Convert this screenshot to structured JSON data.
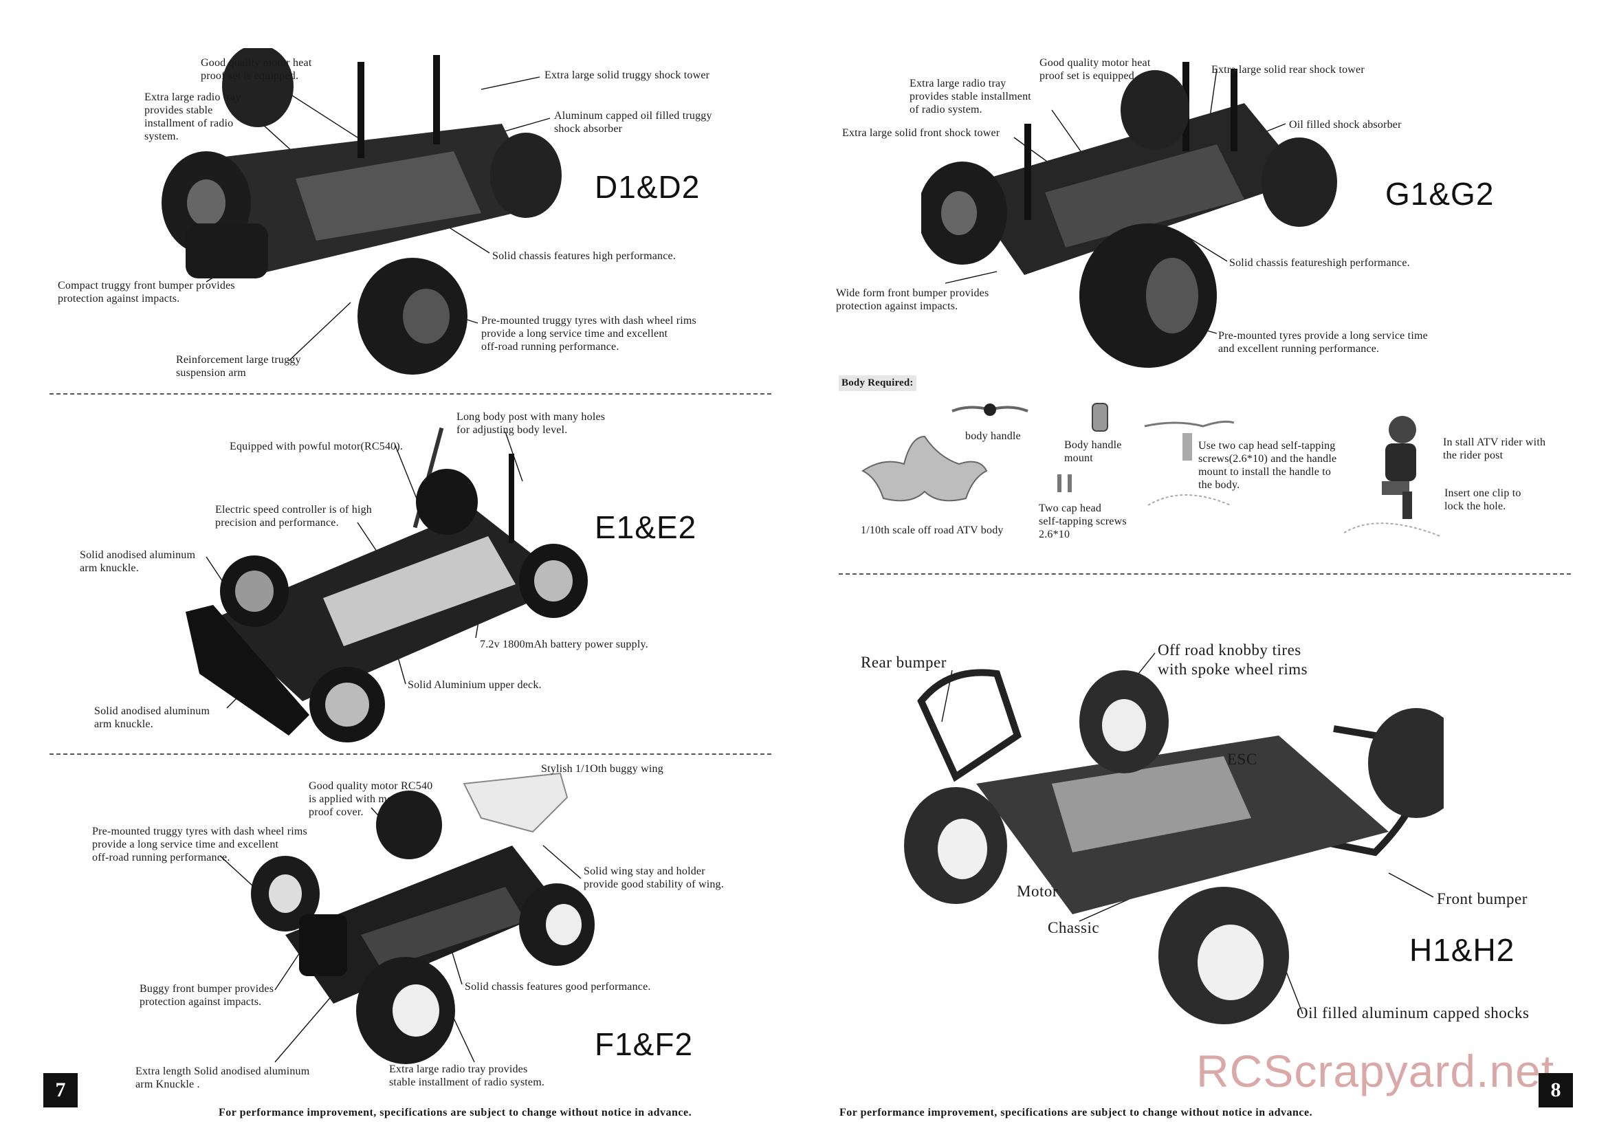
{
  "left_page": {
    "d": {
      "code": "D1&D2",
      "callouts": [
        "Good quality motor heat\nproof set is equipped.",
        "Extra large solid truggy shock tower",
        "Extra large radio tray\n provides stable\ninstallment of radio\nsystem.",
        "Aluminum capped oil filled truggy\nshock absorber",
        "Solid chassis features high performance.",
        "Compact truggy front bumper provides\nprotection against impacts.",
        "Pre-mounted truggy tyres with dash wheel rims\nprovide  a long service time and excellent\noff-road running performance.",
        "Reinforcement large truggy\nsuspension arm"
      ]
    },
    "e": {
      "code": "E1&E2",
      "callouts": [
        "Long body post with many holes\nfor adjusting body level.",
        "Equipped with powful motor(RC540).",
        "Electric speed controller is of  high\nprecision and performance.",
        "Solid anodised aluminum\narm knuckle.",
        "7.2v 1800mAh battery power supply.",
        "Solid Aluminium upper deck.",
        "Solid anodised aluminum\narm knuckle."
      ]
    },
    "f": {
      "code": "F1&F2",
      "callouts": [
        "Stylish 1/1Oth buggy wing",
        "Good quality motor RC540\nis applied with motor heat\nproof cover.",
        "Pre-mounted truggy tyres with dash wheel rims\nprovide  a long service time and excellent\noff-road running performance.",
        "Solid wing stay and holder\nprovide good stability of wing.",
        "Buggy front bumper provides\nprotection against impacts.",
        "Solid chassis features good performance.",
        "Extra length Solid anodised aluminum\narm Knuckle .",
        "Extra large radio tray provides\nstable installment  of radio system."
      ]
    },
    "page_number": "7",
    "footer": "For performance improvement, specifications are subject to change without notice in advance."
  },
  "right_page": {
    "g": {
      "code": "G1&G2",
      "callouts": [
        "Good quality motor heat\nproof set is equipped.",
        "Extra large solid rear shock tower",
        "Extra large radio tray\nprovides stable installment\nof radio system.",
        "Oil filled shock absorber",
        "Extra large solid front shock tower",
        "Solid chassis featureshigh performance.",
        "Wide form front bumper provides\nprotection against impacts.",
        "Pre-mounted tyres provide a long service time\nand excellent running performance."
      ]
    },
    "body_required": {
      "title": "Body Required:",
      "body_handle": "body handle",
      "body_handle_mount": "Body handle\nmount",
      "atv_body": "1/10th scale off road  ATV body",
      "cap_screws": "Two cap head\nself-tapping screws\n2.6*10",
      "install_handle": "Use two cap head self-tapping\nscrews(2.6*10) and the handle\nmount to install the handle to\nthe body.",
      "install_rider": "In stall ATV rider with\nthe rider post",
      "insert_clip": "Insert one clip to\nlock the hole."
    },
    "h": {
      "code": "H1&H2",
      "callouts": [
        "Rear  bumper",
        "Off road knobby tires\nwith spoke wheel rims",
        "ESC",
        "Motor",
        "Front bumper",
        "Chassic",
        "Oil filled aluminum capped shocks"
      ]
    },
    "page_number": "8",
    "footer": "For performance improvement, specifications are subject to change without notice in advance.",
    "watermark": "RCScrapyard.net"
  }
}
